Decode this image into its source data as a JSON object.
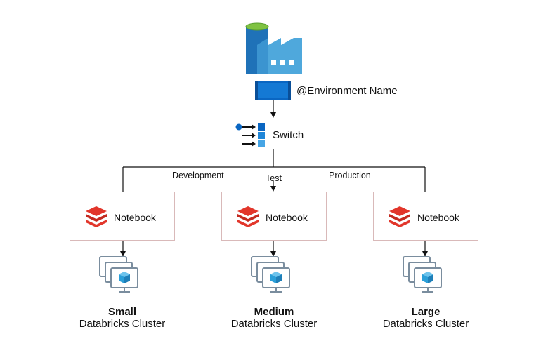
{
  "pipeline": {
    "parameter_label": "@Environment Name",
    "activity_label": "Switch"
  },
  "branches": [
    {
      "case_label": "Development",
      "notebook_label": "Notebook",
      "cluster_size": "Small",
      "cluster_name": "Databricks Cluster"
    },
    {
      "case_label": "Test",
      "notebook_label": "Notebook",
      "cluster_size": "Medium",
      "cluster_name": "Databricks Cluster"
    },
    {
      "case_label": "Production",
      "notebook_label": "Notebook",
      "cluster_size": "Large",
      "cluster_name": "Databricks Cluster"
    }
  ],
  "icons": {
    "factory": "data-factory-icon",
    "parameter": "pipeline-parameter-icon",
    "switch": "switch-activity-icon",
    "notebook": "databricks-notebook-icon",
    "cluster": "cluster-icon"
  },
  "colors": {
    "factory_dark": "#1d6fb8",
    "factory_light": "#4fa8dc",
    "cylinder_top": "#7fc242",
    "parameter_bar": "#0a66c2",
    "databricks_red": "#e2362b",
    "cluster_blue": "#2b9fd8"
  }
}
